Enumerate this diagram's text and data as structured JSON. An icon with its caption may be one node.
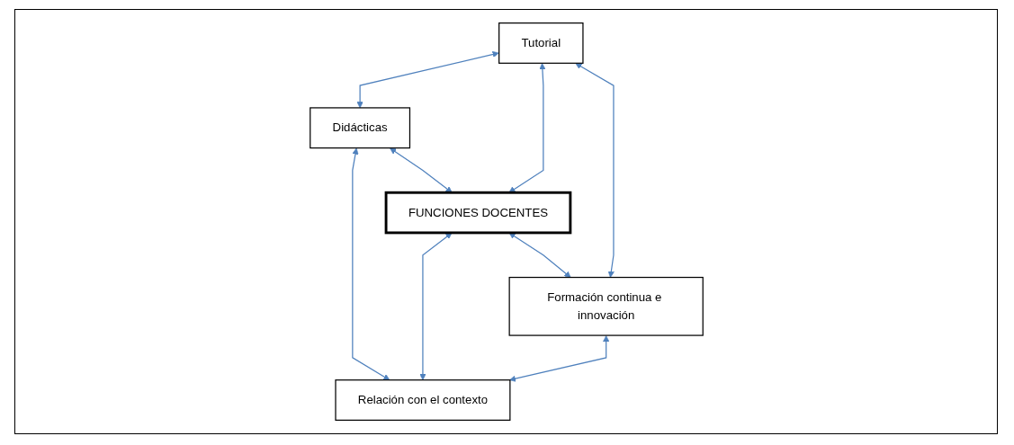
{
  "diagram": {
    "nodes": [
      {
        "text": [
          "Didácticas"
        ]
      },
      {
        "text": [
          "Tutorial"
        ]
      },
      {
        "text": [
          "FUNCIONES DOCENTES"
        ]
      },
      {
        "text": [
          "Relación con el contexto"
        ]
      },
      {
        "text": [
          "Formación continua e innovación"
        ]
      }
    ],
    "edges": [
      {
        "from": 1,
        "to": 0,
        "arrow": "both"
      },
      {
        "from": 0,
        "to": 3,
        "arrow": "both"
      },
      {
        "from": 0,
        "to": 2,
        "arrow": "both"
      },
      {
        "from": 1,
        "to": 2,
        "arrow": "both"
      },
      {
        "from": 2,
        "to": 3,
        "arrow": "both"
      },
      {
        "from": 2,
        "to": 4,
        "arrow": "both"
      },
      {
        "from": 1,
        "to": 4,
        "arrow": "both"
      },
      {
        "from": 4,
        "to": 3,
        "arrow": "both"
      }
    ]
  }
}
